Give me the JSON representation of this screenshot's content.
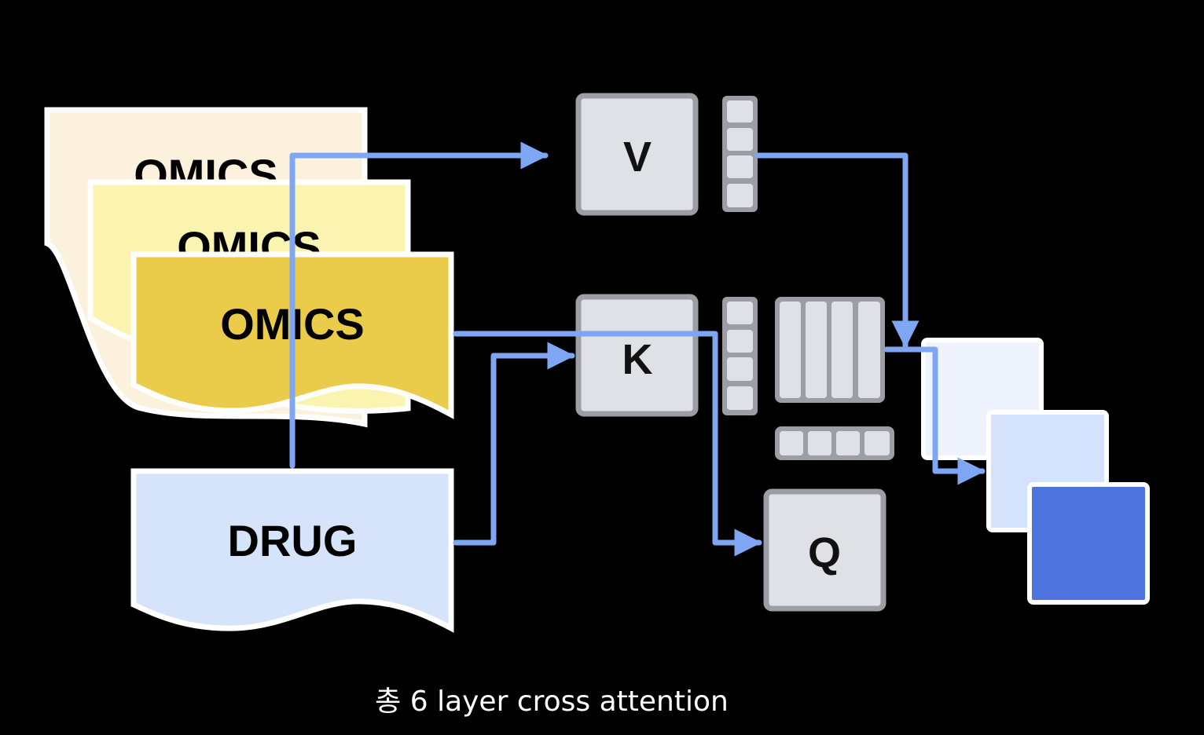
{
  "documents": {
    "omics_back": "OMICS",
    "omics_middle": "OMICS",
    "omics_front": "OMICS",
    "drug": "DRUG"
  },
  "matrices": {
    "value": "V",
    "key": "K",
    "query": "Q"
  },
  "caption": "총 6 layer cross attention",
  "colors": {
    "background": "#000000",
    "arrow": "#7fa6f2",
    "omics_back_fill": "#fbf1dc",
    "omics_middle_fill": "#fbf4b0",
    "omics_front_fill": "#ebcc4a",
    "drug_fill": "#d5e3fb",
    "matrix_fill": "#dfe1e6",
    "matrix_border": "#9b9ea5",
    "output_light": "#eef3fd",
    "output_mid": "#d4e2fb",
    "output_dark": "#4d73df"
  }
}
